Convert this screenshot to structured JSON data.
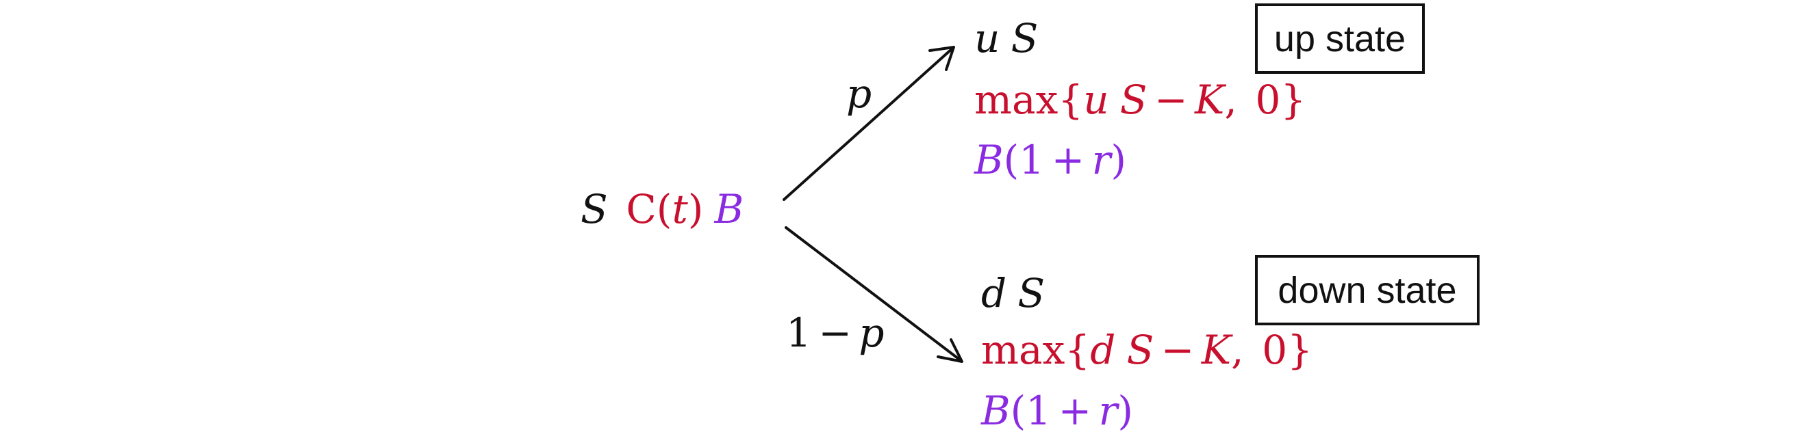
{
  "root": {
    "S": "S",
    "call_C": "C",
    "call_t": "t",
    "bond": "B"
  },
  "edges": {
    "up_prob": "p",
    "down_prob_one": "1",
    "down_prob_minus": "−",
    "down_prob_p": "p"
  },
  "up": {
    "stock_factor": "u",
    "stock_S": "S",
    "payoff_max": "max",
    "payoff_factor": "u",
    "payoff_S": "S",
    "payoff_minus": "−",
    "payoff_K": "K",
    "payoff_zero": "0",
    "bond_B": "B",
    "bond_one": "1",
    "bond_plus": "+",
    "bond_r": "r",
    "state_label": "up state"
  },
  "down": {
    "stock_factor": "d",
    "stock_S": "S",
    "payoff_max": "max",
    "payoff_factor": "d",
    "payoff_S": "S",
    "payoff_minus": "−",
    "payoff_K": "K",
    "payoff_zero": "0",
    "bond_B": "B",
    "bond_one": "1",
    "bond_plus": "+",
    "bond_r": "r",
    "state_label": "down state"
  },
  "colors": {
    "stock": "#111111",
    "call": "#c8102e",
    "bond": "#8a2be2",
    "arrow": "#111111"
  }
}
